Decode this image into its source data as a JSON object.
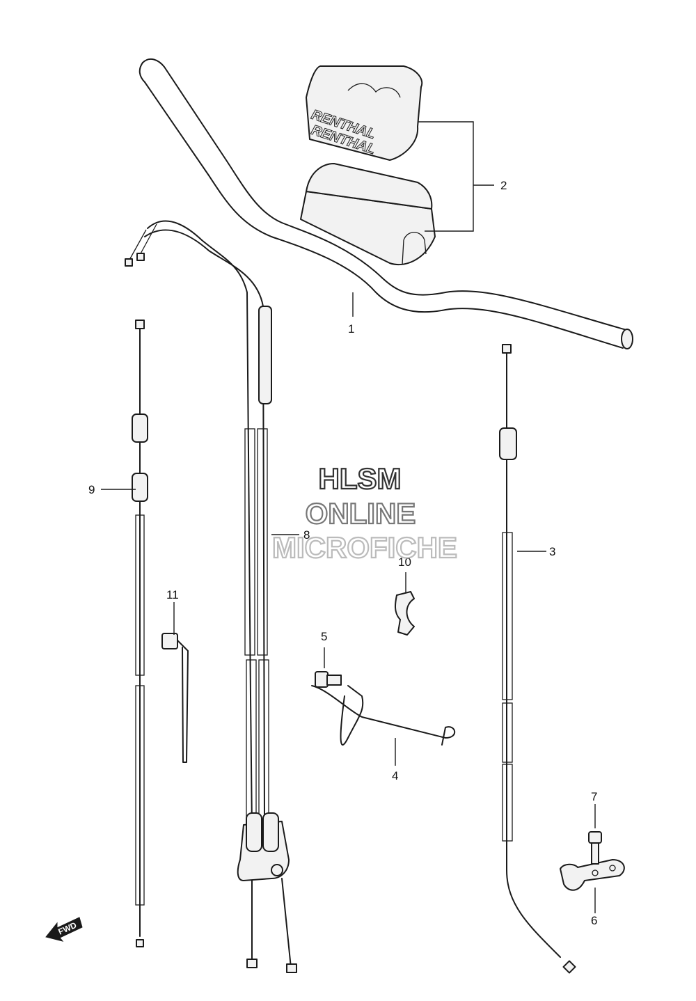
{
  "watermark": {
    "line1": "HLSM",
    "line2": "ONLINE",
    "line3": "MICROFICHE",
    "color_line1": "#333333",
    "color_line2": "#777777",
    "color_line3": "#bbbbbb"
  },
  "parts": [
    {
      "id": "1",
      "label": "1"
    },
    {
      "id": "2",
      "label": "2"
    },
    {
      "id": "3",
      "label": "3"
    },
    {
      "id": "4",
      "label": "4"
    },
    {
      "id": "5",
      "label": "5"
    },
    {
      "id": "6",
      "label": "6"
    },
    {
      "id": "7",
      "label": "7"
    },
    {
      "id": "8",
      "label": "8"
    },
    {
      "id": "9",
      "label": "9"
    },
    {
      "id": "10",
      "label": "10"
    },
    {
      "id": "11",
      "label": "11"
    }
  ],
  "pad_logo": {
    "line1": "RENTHAL",
    "line2": "RENTHAL"
  },
  "fwd_label": "FWD",
  "colors": {
    "line": "#1a1a1a",
    "background": "#ffffff"
  }
}
